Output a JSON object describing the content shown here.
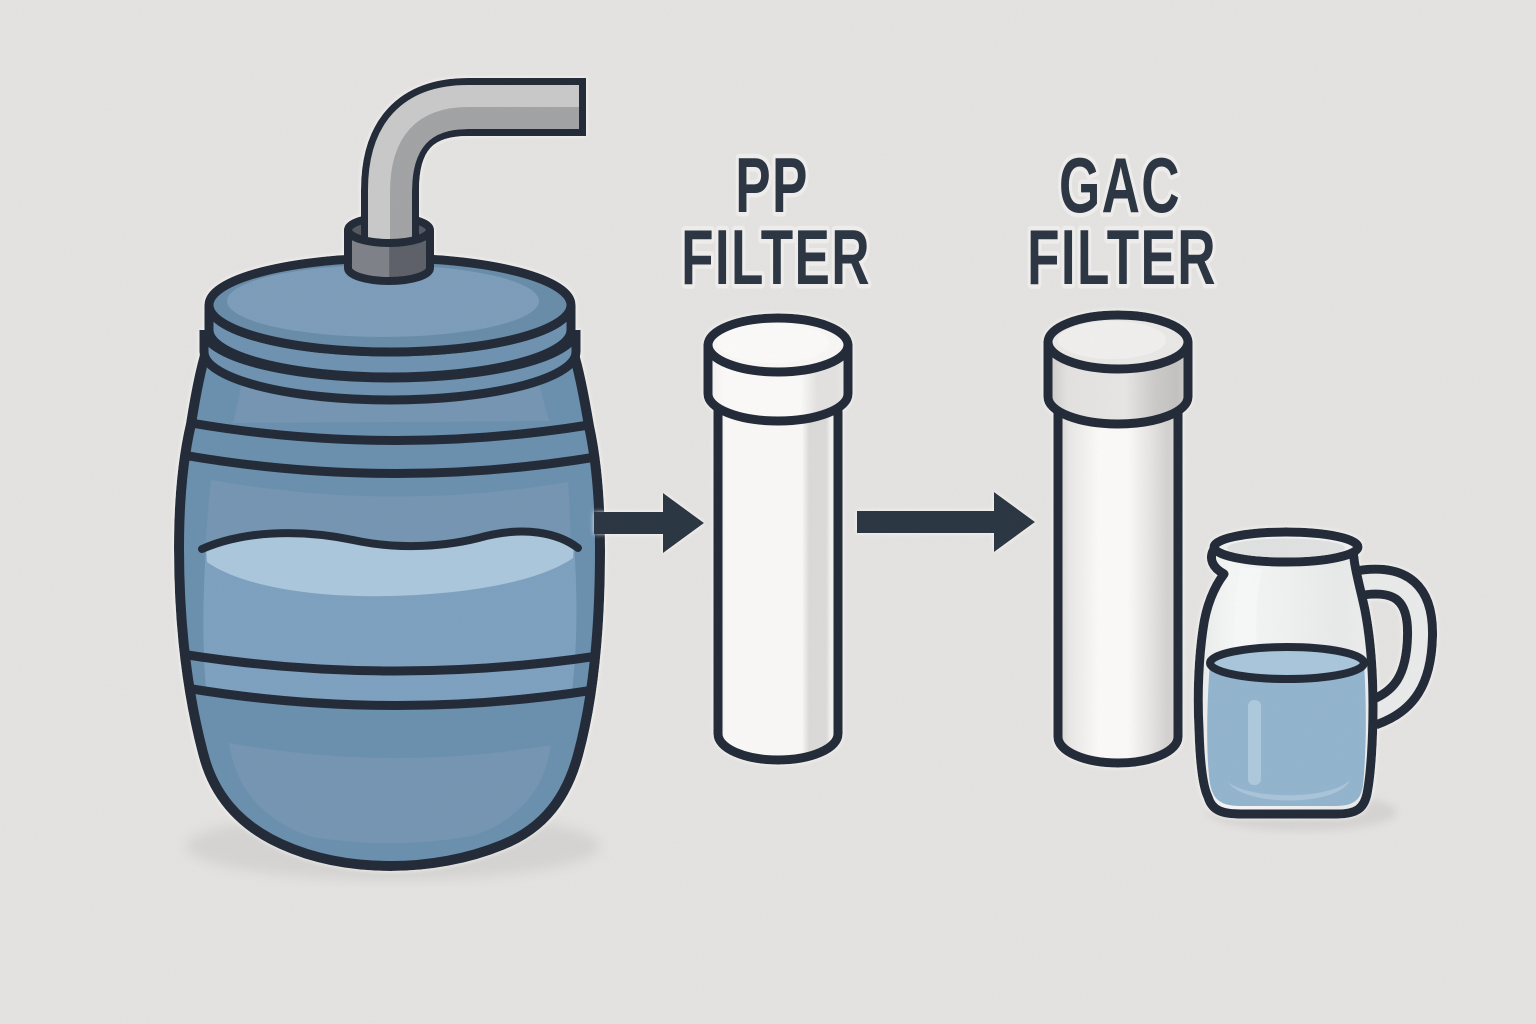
{
  "scene": {
    "background_color": "#e4e3e1",
    "outline_color": "#232b37",
    "label_color": "#2b3542",
    "shadow_color": "#d5d4d2"
  },
  "flow": {
    "source": {
      "name": "water barrel with outlet pipe",
      "icon": "barrel-with-pipe-icon",
      "body_color": "#6b90ae",
      "panel_color": "#7495b2",
      "water_color": "#7da1c0",
      "water_highlight_color": "#abc7dc",
      "pipe_color": "#c9c9c9",
      "bung_color": "#7e8288"
    },
    "arrow1": {
      "icon": "arrow-right-icon",
      "color": "#2b3542"
    },
    "stage1": {
      "label_line1": "PP",
      "label_line2": "FILTER",
      "icon": "filter-cartridge-icon",
      "body_color": "#f8f7f5"
    },
    "arrow2": {
      "icon": "arrow-right-icon",
      "color": "#2b3542"
    },
    "stage2": {
      "label_line1": "GAC",
      "label_line2": "FILTER",
      "icon": "filter-cartridge-icon",
      "body_color": "#e9e8e6"
    },
    "result": {
      "name": "pitcher of filtered water",
      "icon": "water-pitcher-icon",
      "glass_color": "#eff0f0",
      "water_color": "#93b4ce",
      "water_surface_color": "#a9c6db"
    }
  }
}
